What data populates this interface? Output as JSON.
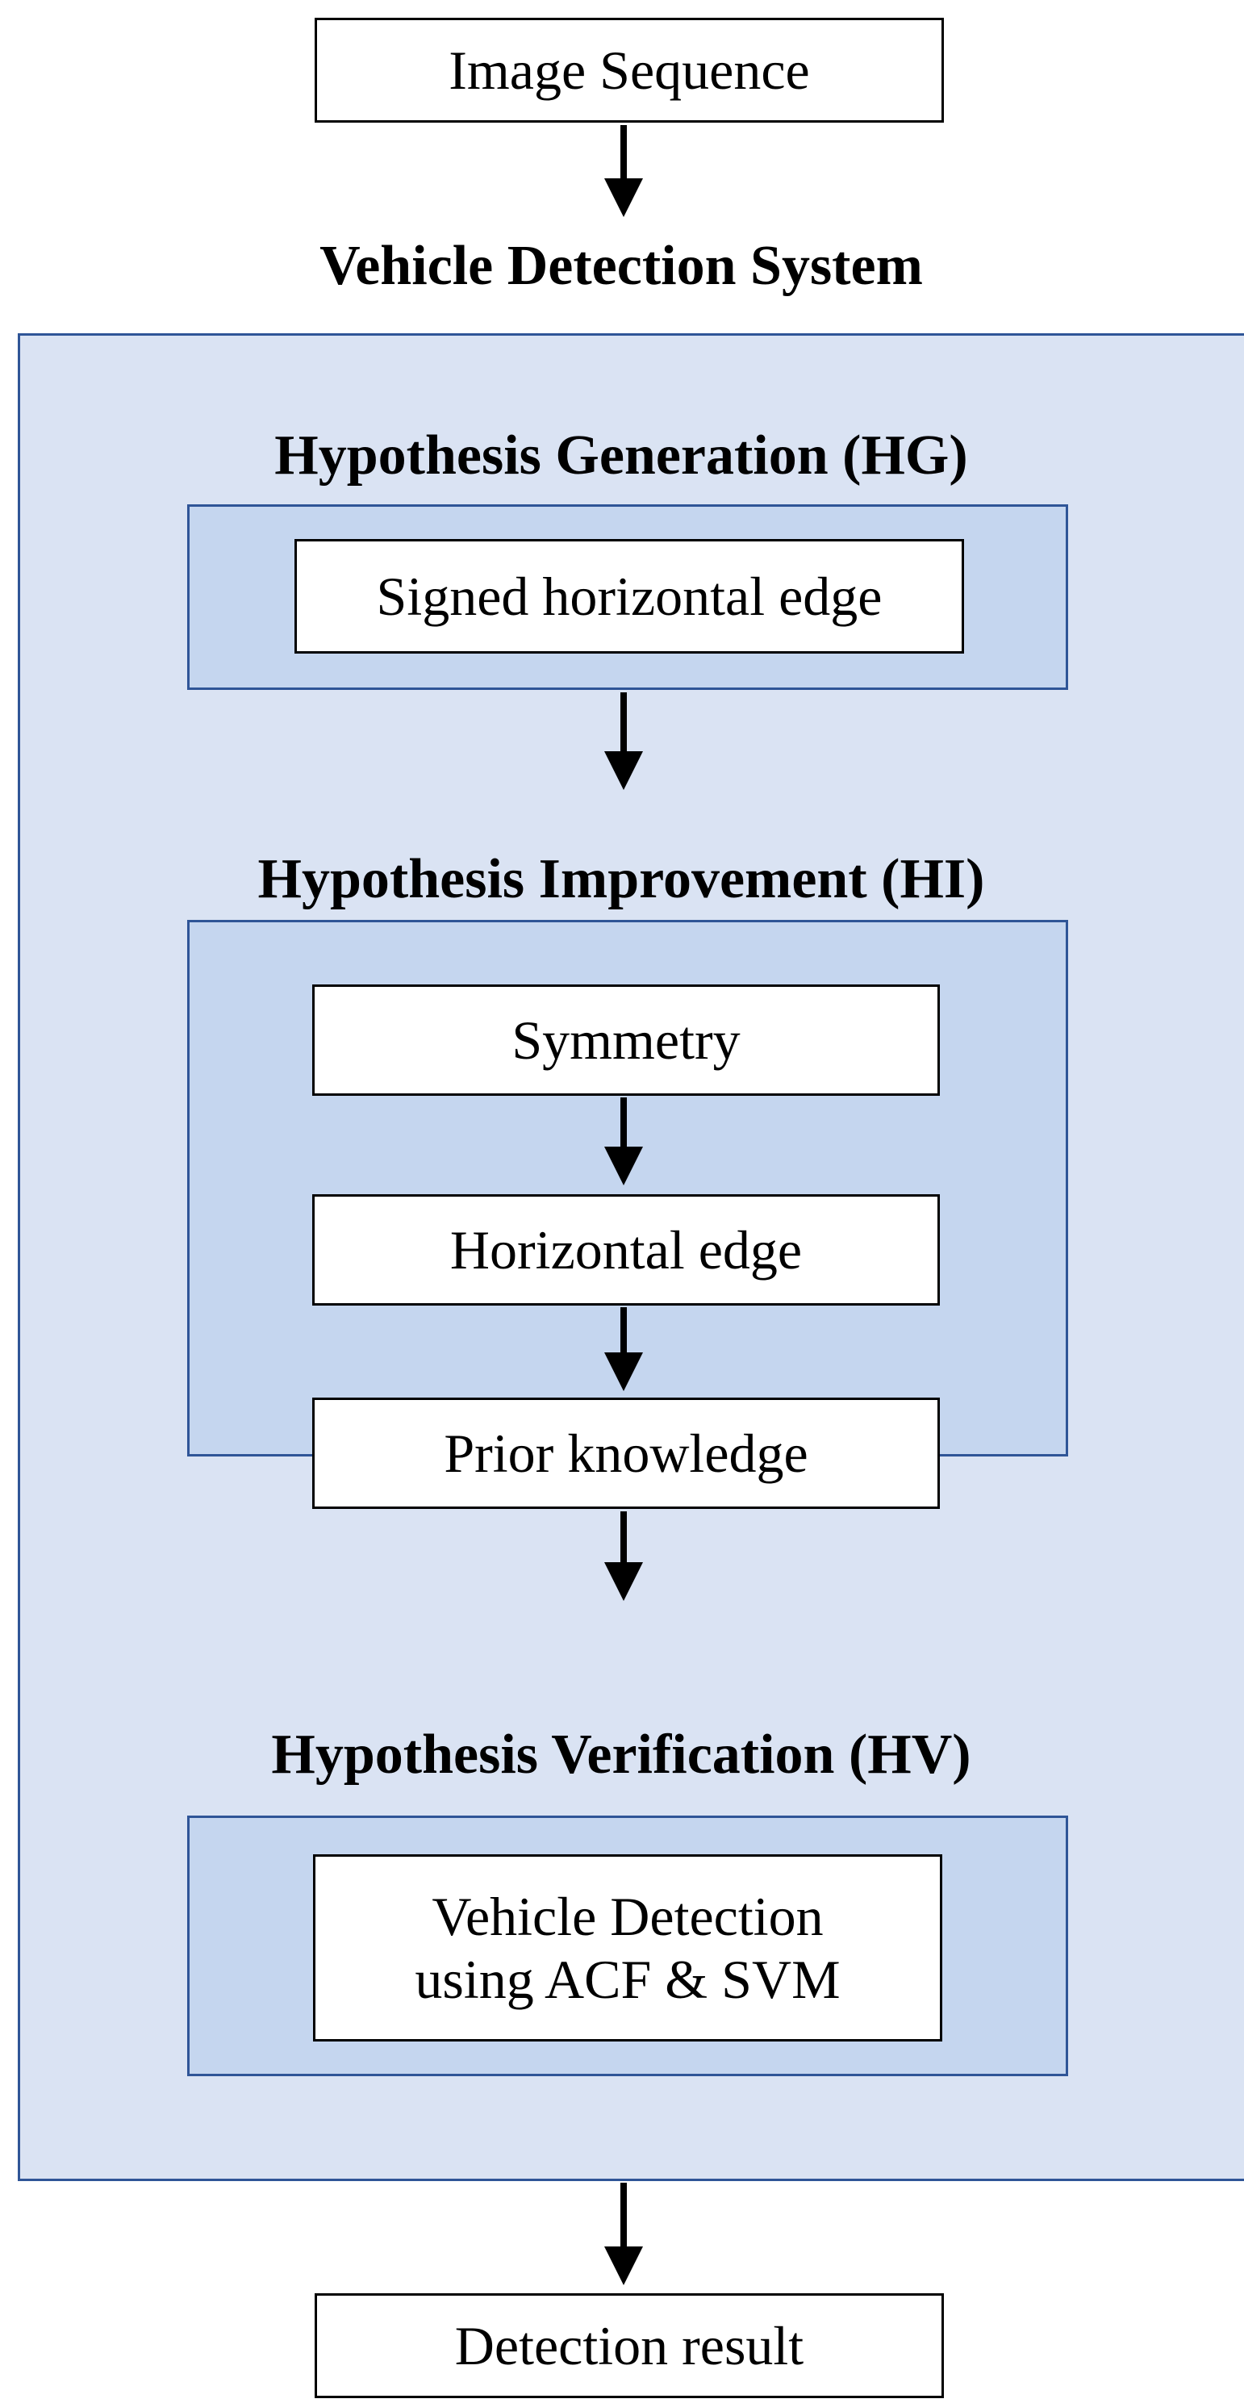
{
  "nodes": {
    "input": "Image Sequence",
    "output": "Detection result"
  },
  "system": {
    "title": "Vehicle Detection System"
  },
  "stages": {
    "hg": {
      "title": "Hypothesis Generation (HG)",
      "steps": [
        "Signed horizontal edge"
      ]
    },
    "hi": {
      "title": "Hypothesis Improvement (HI)",
      "steps": [
        "Symmetry",
        "Horizontal edge",
        "Prior knowledge"
      ]
    },
    "hv": {
      "title": "Hypothesis Verification (HV)",
      "steps": [
        "Vehicle Detection",
        "using ACF & SVM"
      ]
    }
  },
  "colors": {
    "outer_fill": "#dae3f3",
    "panel_fill": "#c5d6ef",
    "panel_border": "#2f5597",
    "arrow": "#000000"
  }
}
